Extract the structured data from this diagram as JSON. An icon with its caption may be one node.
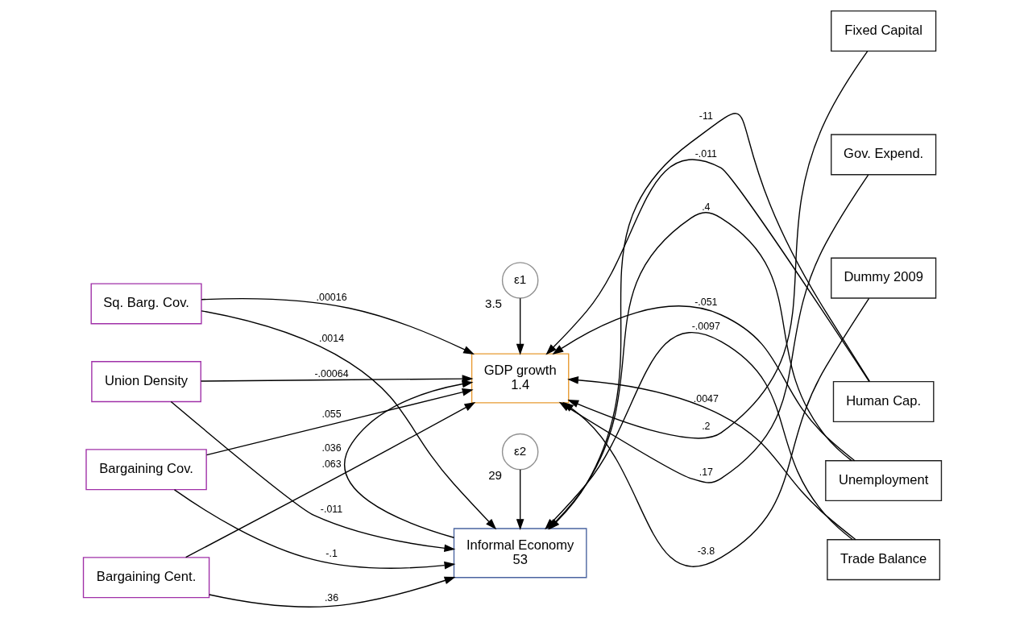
{
  "diagram": {
    "nodes": [
      {
        "text": [
          "Sq. Barg. Cov."
        ]
      },
      {
        "text": [
          "Bargaining Cent."
        ]
      },
      {
        "text": [
          "Bargaining Cov."
        ]
      },
      {
        "text": [
          "Union Density"
        ]
      },
      {
        "text": [
          "ε2"
        ],
        "beside": [
          "29"
        ]
      },
      {
        "text": [
          "Informal Economy",
          "53"
        ]
      },
      {
        "text": [
          "GDP growth",
          "1.4"
        ]
      },
      {
        "text": [
          "ε1"
        ],
        "beside": [
          "3.5"
        ]
      },
      {
        "text": [
          "Human Cap."
        ]
      },
      {
        "text": [
          "Unemployment"
        ]
      },
      {
        "text": [
          "Trade Balance"
        ]
      },
      {
        "text": [
          "Fixed Capital"
        ]
      },
      {
        "text": [
          "Gov. Expend."
        ]
      },
      {
        "text": [
          "Dummy 2009"
        ]
      }
    ],
    "edges": [
      {
        "from": 0,
        "to": 5,
        "arrow": "to",
        "label": ".0014"
      },
      {
        "from": 0,
        "to": 6,
        "arrow": "to",
        "label": ".00016"
      },
      {
        "from": 1,
        "to": 5,
        "arrow": "to",
        "label": ".36"
      },
      {
        "from": 1,
        "to": 6,
        "arrow": "to",
        "label": ".063"
      },
      {
        "from": 2,
        "to": 5,
        "arrow": "to",
        "label": "-.1"
      },
      {
        "from": 2,
        "to": 6,
        "arrow": "to",
        "label": ".055"
      },
      {
        "from": 3,
        "to": 5,
        "arrow": "to",
        "label": "-.011"
      },
      {
        "from": 3,
        "to": 6,
        "arrow": "to",
        "label": "-.00064"
      },
      {
        "from": 4,
        "to": 5,
        "arrow": "to"
      },
      {
        "from": 5,
        "to": 6,
        "arrow": "to",
        "label": ".036"
      },
      {
        "from": 7,
        "to": 6,
        "arrow": "to"
      },
      {
        "from": 8,
        "to": 5,
        "arrow": "to",
        "label": "-11"
      },
      {
        "from": 8,
        "to": 6,
        "arrow": "to",
        "label": "-.011"
      },
      {
        "from": 9,
        "to": 5,
        "arrow": "to",
        "label": ".4"
      },
      {
        "from": 9,
        "to": 6,
        "arrow": "to",
        "label": "-.051"
      },
      {
        "from": 10,
        "to": 5,
        "arrow": "to",
        "label": "-.0097"
      },
      {
        "from": 10,
        "to": 6,
        "arrow": "to",
        "label": ".0047"
      },
      {
        "from": 11,
        "to": 6,
        "arrow": "to",
        "label": ".2"
      },
      {
        "from": 12,
        "to": 6,
        "arrow": "to",
        "label": ".17"
      },
      {
        "from": 13,
        "to": 6,
        "arrow": "to",
        "label": "-3.8"
      }
    ]
  }
}
